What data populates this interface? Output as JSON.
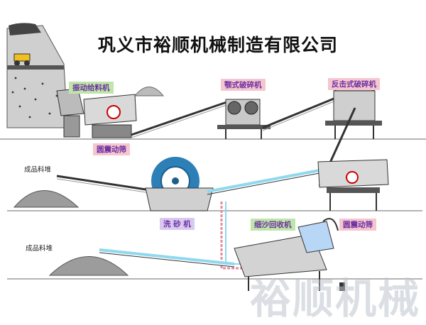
{
  "title": "巩义市裕顺机械制造有限公司",
  "labels": {
    "vibrating_feeder": "振动给料机",
    "jaw_crusher": "颚式破碎机",
    "impact_crusher": "反击式破碎机",
    "circular_screen_1": "圆震动筛",
    "sand_washer": "洗 砂 机",
    "fine_sand_recycler": "细沙回收机",
    "circular_screen_2": "圆震动筛",
    "product_pile_1": "成品料堆",
    "product_pile_2": "成品料堆"
  },
  "watermark": "裕顺机械",
  "colors": {
    "tag_purple": "#6b2fa0",
    "tag_green_bg": "#bfe6a8",
    "tag_pink_bg": "#f5c6cf",
    "conveyor_cyan": "#8fd8ee",
    "wheel_blue": "#2d7fb8"
  }
}
